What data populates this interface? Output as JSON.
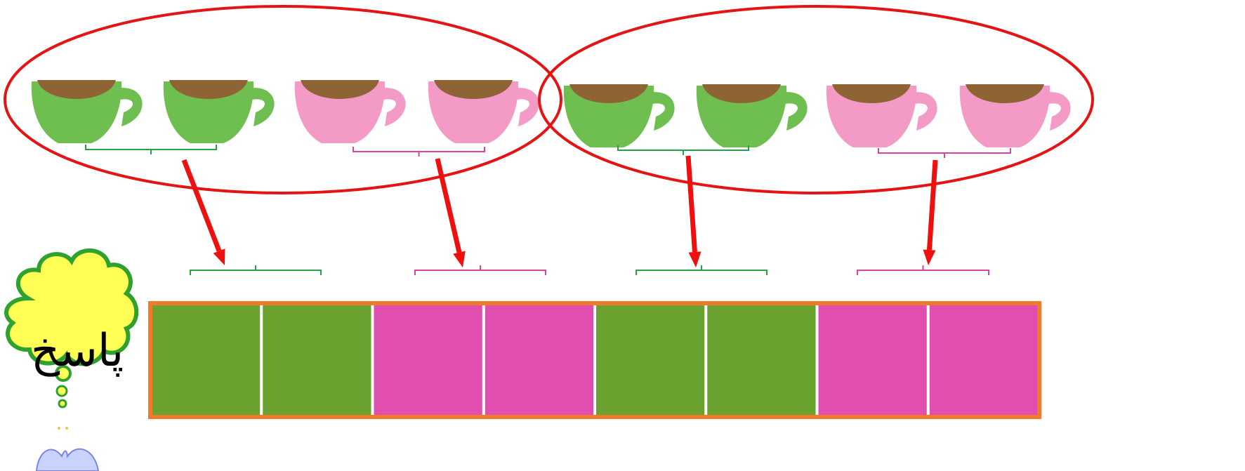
{
  "answer_bubble": {
    "label": "پاسخ",
    "fill": "#ffff55",
    "stroke": "#2ea12e"
  },
  "colors": {
    "green_cup": "#6fbf50",
    "pink_cup": "#f39ac6",
    "coffee": "#8e6434",
    "green_cell": "#69a22f",
    "pink_cell": "#e04fb0",
    "strip_border": "#f07a2a",
    "ellipse": "#e41414",
    "arrow": "#ee0f0f",
    "green_bracket": "#23a24a",
    "pink_bracket": "#d9459e"
  },
  "cups": [
    "green",
    "green",
    "pink",
    "pink",
    "green",
    "green",
    "pink",
    "pink"
  ],
  "strip_cells": [
    "green",
    "green",
    "pink",
    "pink",
    "green",
    "green",
    "pink",
    "pink"
  ],
  "icons": {
    "cup": "coffee-cup-icon",
    "arrow": "arrow-down-icon",
    "cloud": "thought-cloud-icon",
    "butterfly": "butterfly-icon"
  }
}
